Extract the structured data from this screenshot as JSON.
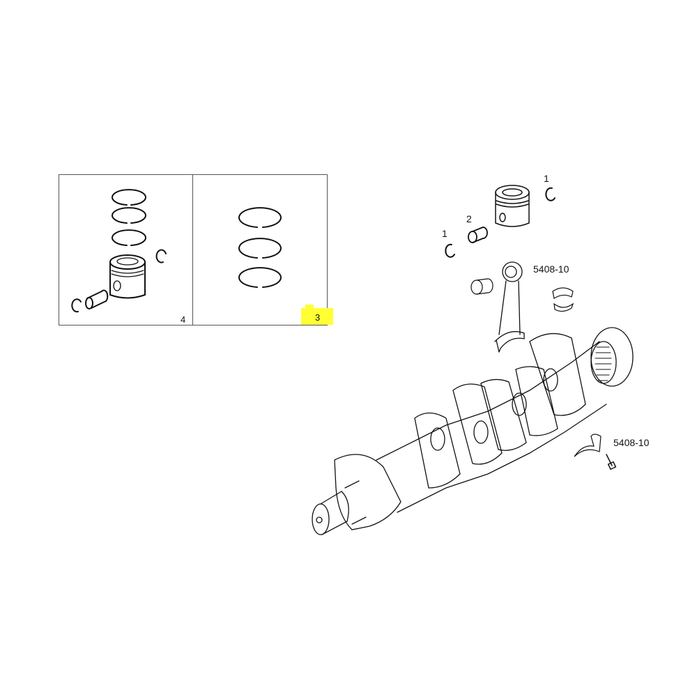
{
  "diagram": {
    "type": "exploded-parts-diagram",
    "subject": "piston and crankshaft assembly",
    "colors": {
      "line": "#111111",
      "box": "#555555",
      "highlight": "#ffff33",
      "background": "#ffffff"
    }
  },
  "kits": [
    {
      "id": "kit-4",
      "label": "4",
      "contents": [
        "piston rings x3",
        "piston",
        "piston pin",
        "circlips x2"
      ]
    },
    {
      "id": "kit-3",
      "label": "3",
      "contents": [
        "piston rings x3"
      ],
      "highlighted": true
    }
  ],
  "callouts": {
    "circlip_top": "1",
    "circlip_left": "1",
    "piston_pin": "2",
    "conrod_bearing": "5408-10",
    "main_bearing": "5408-10"
  }
}
